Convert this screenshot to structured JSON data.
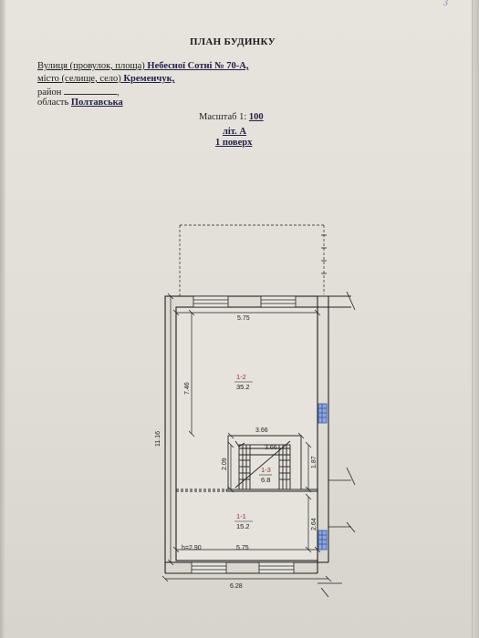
{
  "page_number": "3",
  "title": "ПЛАН БУДИНКУ",
  "address": {
    "street_label": "Вулиця (провулок, площа)",
    "street_value": "Небесної Сотні № 70-А,",
    "city_label": "місто (селище, село)",
    "city_value": "Кременчук,",
    "district_label": "район",
    "district_suffix": ",",
    "region_label": "область",
    "region_value": "Полтавська"
  },
  "scale": {
    "label": "Масштаб 1:",
    "value": "100"
  },
  "letter": "літ. А",
  "floor": "1 поверх",
  "plan": {
    "dimensions": {
      "top_inner_width": "5.75",
      "left_room_height": "7.46",
      "total_height": "11.16",
      "stair_width": "3.66",
      "stair_inner": "3.66",
      "stair_height_left": "2.09",
      "stair_height_right": "1.87",
      "lower_room_height": "2.64",
      "bottom_inner_width": "5.75",
      "outer_width": "6.28",
      "ceiling_height": "h=2.90"
    },
    "rooms": [
      {
        "id": "1-2",
        "area": "35.2"
      },
      {
        "id": "1-3",
        "area": "6.8"
      },
      {
        "id": "1-1",
        "area": "15.2"
      }
    ]
  }
}
